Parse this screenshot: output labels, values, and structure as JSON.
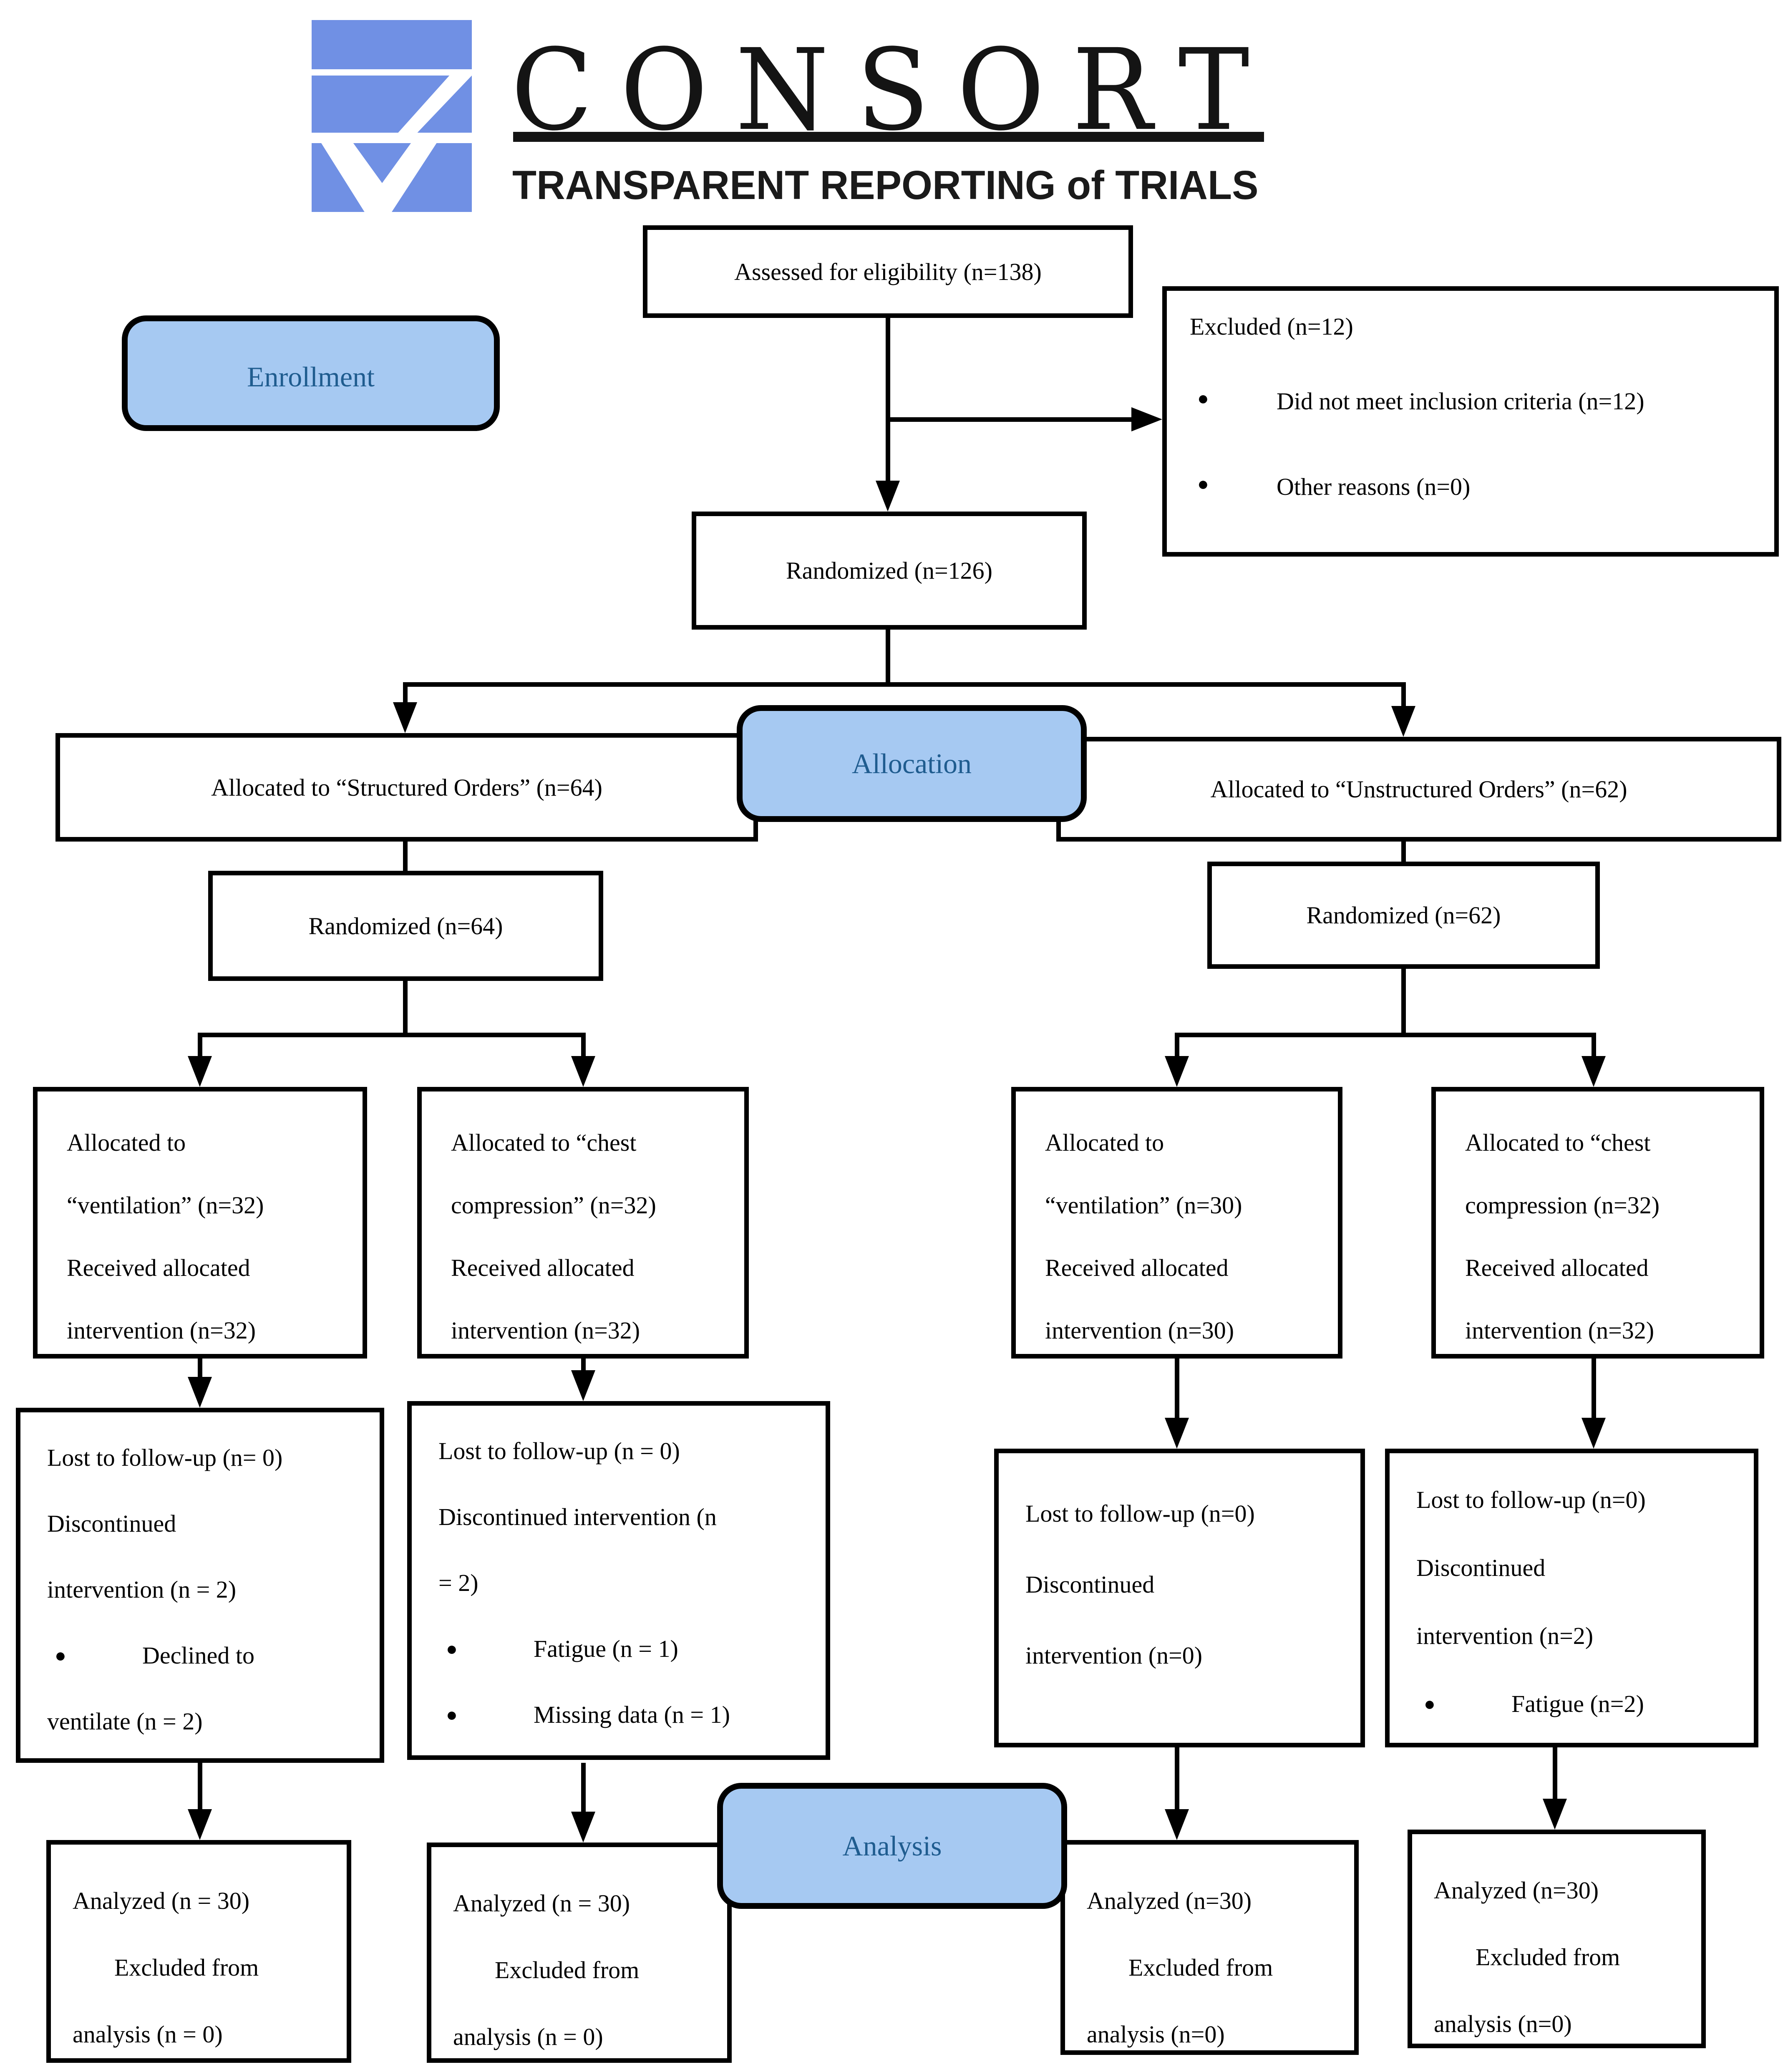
{
  "logo": {
    "title": "CONSORT",
    "subtitle": "TRANSPARENT REPORTING of TRIALS",
    "brand_blue": "#7090E4"
  },
  "colors": {
    "stage_fill": "#A6C9F2",
    "stage_text": "#1F5C8F",
    "line": "#000000"
  },
  "glyphs": {
    "bullet": "●"
  },
  "stage_labels": {
    "enrollment": "Enrollment",
    "allocation": "Allocation",
    "analysis": "Analysis"
  },
  "boxes": {
    "assessed": {
      "text": "Assessed for eligibility (n=138)"
    },
    "excluded": {
      "title": "Excluded (n=12)",
      "bullets": [
        "Did not meet inclusion criteria (n=12)",
        "Other reasons (n=0)"
      ]
    },
    "randomized_main": {
      "text": "Randomized (n=126)"
    },
    "allocated_structured": {
      "text": "Allocated to “Structured Orders” (n=64)"
    },
    "allocated_unstructured": {
      "text": "Allocated to “Unstructured Orders” (n=62)"
    },
    "randomized_structured": {
      "text": "Randomized (n=64)"
    },
    "randomized_unstructured": {
      "text": "Randomized (n=62)"
    },
    "arm_structured_ventilation": {
      "lines": [
        "Allocated to",
        "“ventilation” (n=32)",
        "Received allocated",
        "intervention (n=32)"
      ]
    },
    "arm_structured_compression": {
      "lines": [
        "Allocated to “chest",
        "compression” (n=32)",
        "Received allocated",
        "intervention (n=32)"
      ]
    },
    "arm_unstructured_ventilation": {
      "lines": [
        "Allocated to",
        "“ventilation” (n=30)",
        "Received allocated",
        "intervention (n=30)"
      ]
    },
    "arm_unstructured_compression": {
      "lines": [
        "Allocated to “chest",
        "compression (n=32)",
        "Received allocated",
        "intervention (n=32)"
      ]
    },
    "lost_structured_ventilation": {
      "lines": [
        "Lost to follow-up (n= 0)",
        "Discontinued",
        "intervention (n = 2)"
      ],
      "bullet_line": "Declined to",
      "continuation": "ventilate (n = 2)"
    },
    "lost_structured_compression": {
      "lines": [
        "Lost to follow-up (n = 0)",
        "Discontinued intervention (n",
        "= 2)"
      ],
      "bullets": [
        "Fatigue (n = 1)",
        "Missing data (n = 1)"
      ]
    },
    "lost_unstructured_ventilation": {
      "lines": [
        "Lost to follow-up (n=0)",
        "Discontinued",
        "intervention (n=0)"
      ]
    },
    "lost_unstructured_compression": {
      "lines": [
        "Lost to follow-up (n=0)",
        "Discontinued",
        "intervention (n=2)"
      ],
      "bullets": [
        "Fatigue (n=2)"
      ]
    },
    "analyzed_structured_ventilation": {
      "lines": [
        "Analyzed (n = 30)",
        "Excluded from",
        "analysis (n = 0)"
      ]
    },
    "analyzed_structured_compression": {
      "lines": [
        "Analyzed (n = 30)",
        "Excluded from",
        "analysis (n = 0)"
      ]
    },
    "analyzed_unstructured_ventilation": {
      "lines": [
        "Analyzed (n=30)",
        "Excluded from",
        "analysis (n=0)"
      ]
    },
    "analyzed_unstructured_compression": {
      "lines": [
        "Analyzed (n=30)",
        "Excluded from",
        "analysis (n=0)"
      ]
    }
  }
}
